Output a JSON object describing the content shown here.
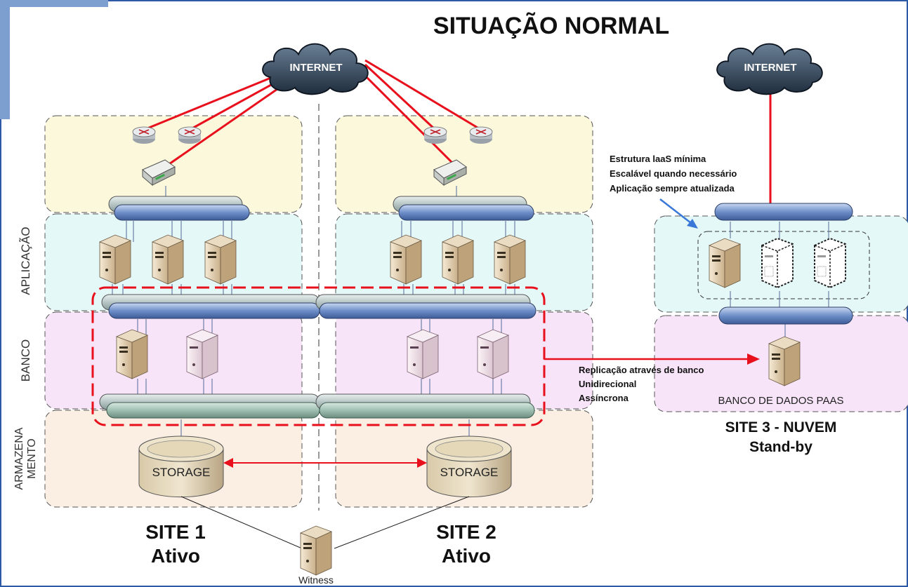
{
  "title": "SITUAÇÃO NORMAL",
  "internet_label": "INTERNET",
  "layers": {
    "aplicacao": "APLICAÇÃO",
    "banco": "BANCO",
    "armazenamento_line1": "ARMAZENA",
    "armazenamento_line2": "MENTO"
  },
  "storage_label": "STORAGE",
  "witness_label": "Witness",
  "site1": {
    "line1": "SITE 1",
    "line2": "Ativo"
  },
  "site2": {
    "line1": "SITE 2",
    "line2": "Ativo"
  },
  "site3": {
    "line1": "SITE 3 - NUVEM",
    "line2": "Stand-by",
    "db_label": "BANCO DE DADOS PAAS"
  },
  "iaas_note": [
    "Estrutura laaS mínima",
    "Escalável quando necessário",
    "Aplicação sempre atualizada"
  ],
  "replication_note": [
    "Replicação através de banco",
    "Unidirecional",
    "Assíncrona"
  ],
  "colors": {
    "internet_link": "#e8101c",
    "replication_box": "#e8101c",
    "edge_zone": "#fbf8dc",
    "app_zone": "#e4f8f8",
    "db_zone": "#f8e4f8",
    "storage_zone": "#fbeee2",
    "frame": "#2d5aa6",
    "note_arrow": "#3a78d8"
  }
}
